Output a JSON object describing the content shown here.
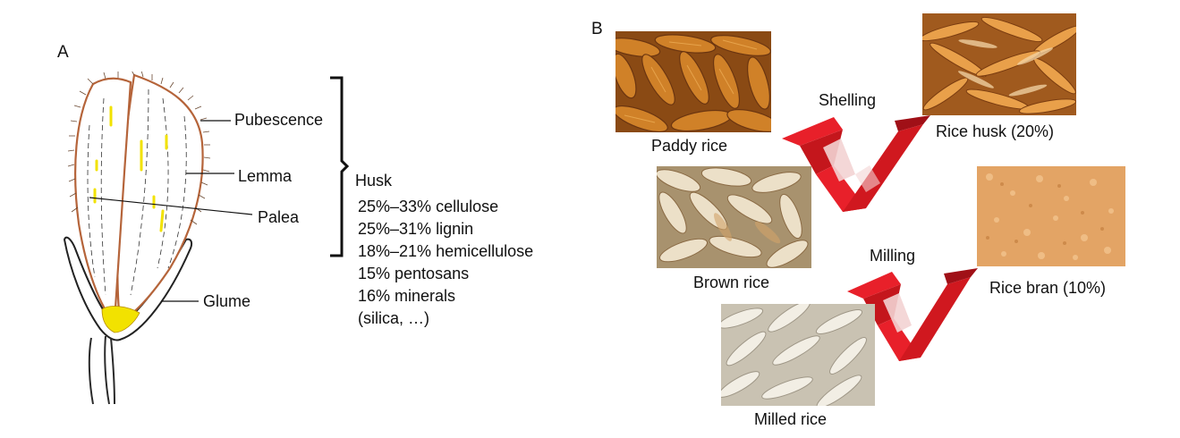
{
  "panel_a": {
    "label": "A",
    "labels": {
      "pubescence": "Pubescence",
      "lemma": "Lemma",
      "palea": "Palea",
      "glume": "Glume"
    },
    "husk_title": "Husk",
    "composition": [
      "25%–33% cellulose",
      "25%–31% lignin",
      "18%–21% hemicellulose",
      "15%  pentosans",
      "16%  minerals",
      "(silica, …)"
    ]
  },
  "panel_b": {
    "label": "B",
    "images": {
      "paddy": "Paddy rice",
      "husk": "Rice husk (20%)",
      "brown": "Brown rice",
      "bran": "Rice bran (10%)",
      "milled": "Milled rice"
    },
    "processes": {
      "shelling": "Shelling",
      "milling": "Milling"
    },
    "colors": {
      "arrow_red": "#e8202a",
      "arrow_dark": "#b01218",
      "grain_orange": "#c8761f",
      "husk_orange": "#d98a3a",
      "brown_grain": "#e9dcc2",
      "bran": "#e3a465",
      "milled_grain": "#efeae0",
      "flower_line": "#b5643a",
      "flower_yellow": "#f2e200"
    }
  }
}
